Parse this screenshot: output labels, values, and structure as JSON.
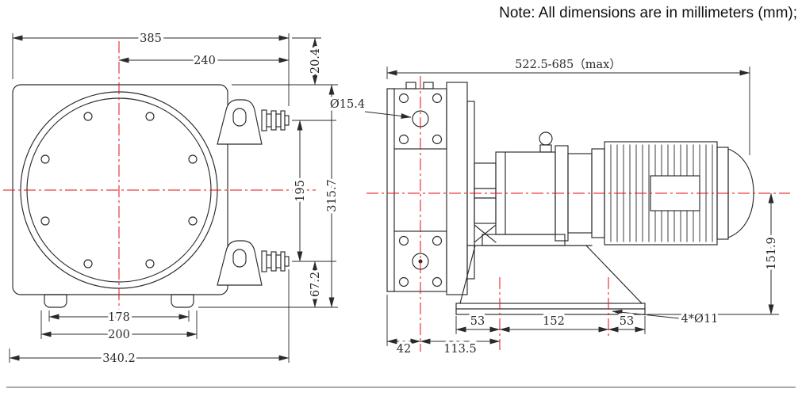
{
  "note": "Note: All dimensions are in millimeters (mm);",
  "colors": {
    "line": "#2a2a2a",
    "centerline": "#e60d0d",
    "background": "#ffffff"
  },
  "front_view": {
    "dim_width_overall": "385",
    "dim_width_center_to_port": "240",
    "dim_top_offset": "20.4",
    "dim_port_spacing": "195",
    "dim_height_overall": "315.7",
    "dim_bottom_offset": "67.2",
    "dim_feet_inner": "178",
    "dim_feet_outer": "200",
    "dim_base_width": "340.2"
  },
  "side_view": {
    "dim_length_overall": "522.5-685（max）",
    "dim_port_bore": "Ø15.4",
    "dim_axis_to_base": "151.9",
    "dim_hole_edge_left": "53",
    "dim_hole_pitch": "152",
    "dim_hole_edge_right": "53",
    "dim_left_overhang": "42",
    "dim_port_to_hole": "113.5",
    "dim_mount_holes": "4*Ø11"
  }
}
